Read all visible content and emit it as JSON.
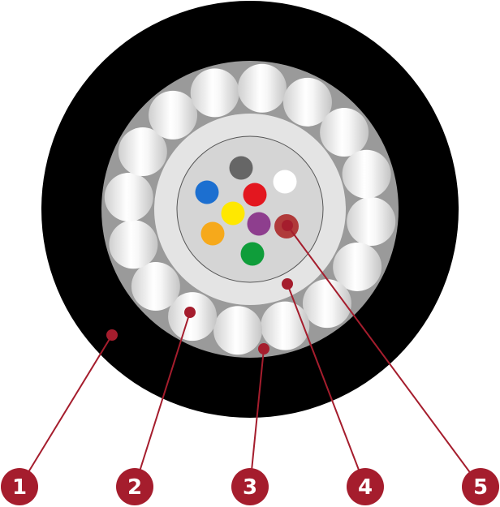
{
  "colors": {
    "outer_jacket": "#000000",
    "armor_layer": "#9a9a9a",
    "tube_outer": "#e4e4e4",
    "tube_inner": "#d5d5d5",
    "accent": "#a51d2d",
    "fiber_colors": [
      "#666666",
      "#ffffff",
      "#1c6fd0",
      "#e3171f",
      "#ffe800",
      "#8e3e8e",
      "#f6a91b",
      "#0f9d3a",
      "#b03a3a"
    ]
  },
  "callouts": [
    {
      "label": "1"
    },
    {
      "label": "2"
    },
    {
      "label": "3"
    },
    {
      "label": "4"
    },
    {
      "label": "5"
    }
  ]
}
